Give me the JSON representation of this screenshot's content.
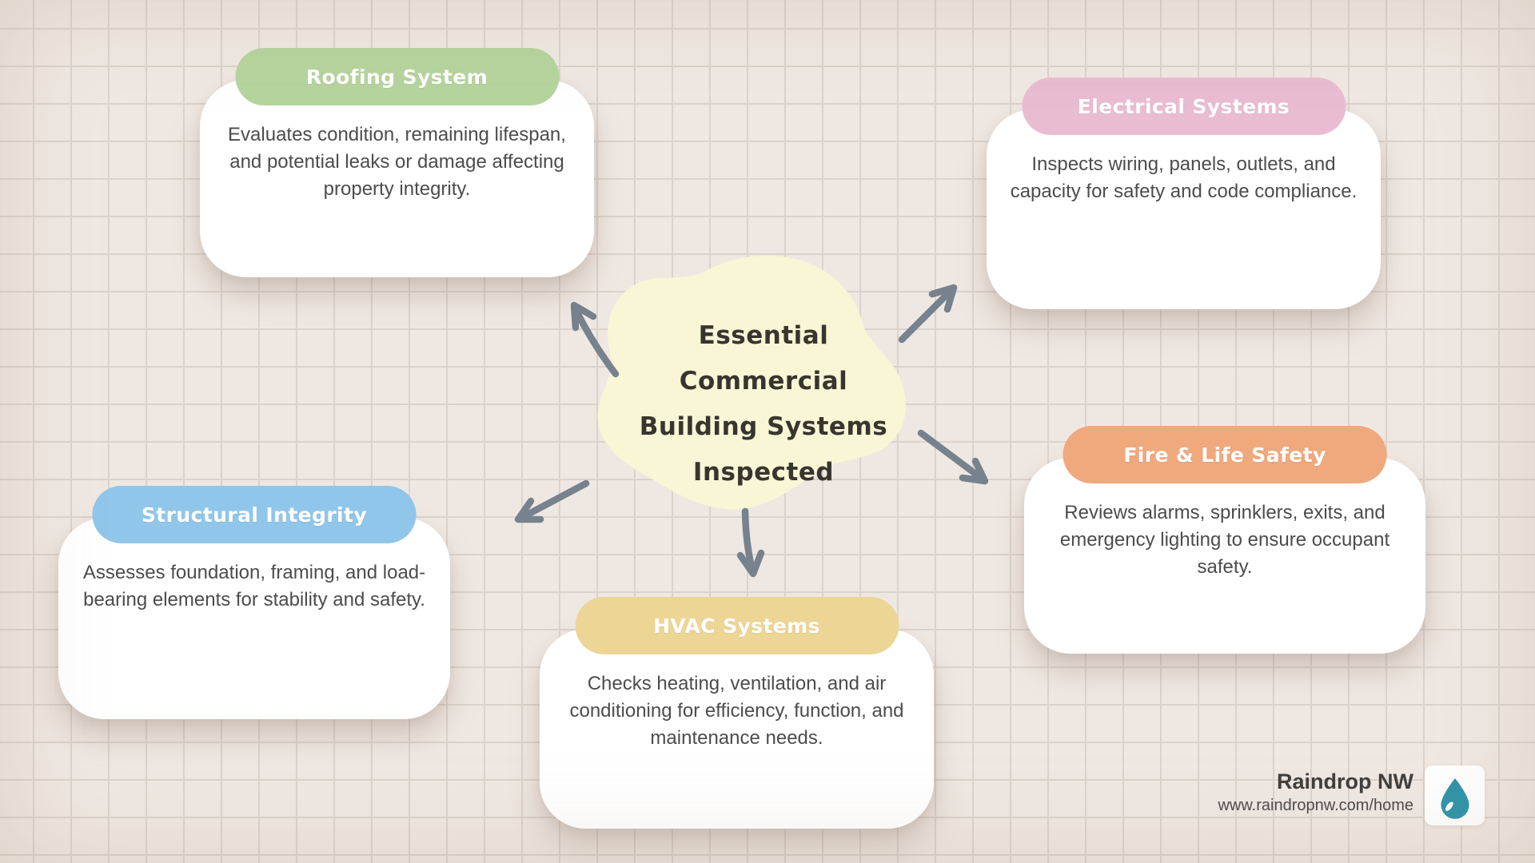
{
  "colors": {
    "background": "#EFE8E2",
    "grid_line": "#DBD3CB",
    "arrow": "#76828D",
    "card": "#FFFFFF",
    "body_text": "#4C4C4C",
    "title_text": "#37352E"
  },
  "center": {
    "blob_color": "#F8F6D5",
    "lines": [
      "Essential Commercial",
      "Building Systems",
      "Inspected"
    ]
  },
  "nodes": [
    {
      "id": "roofing",
      "label": "Roofing System",
      "color": "#B5D49E",
      "description": "Evaluates condition, remaining lifespan, and potential leaks or damage affecting property integrity."
    },
    {
      "id": "electrical",
      "label": "Electrical Systems",
      "color": "#E9BCD2",
      "description": "Inspects wiring, panels, outlets, and capacity for safety and code compliance."
    },
    {
      "id": "structural",
      "label": "Structural Integrity",
      "color": "#90C6E9",
      "description": "Assesses foundation, framing, and load-bearing elements for stability and safety."
    },
    {
      "id": "hvac",
      "label": "HVAC Systems",
      "color": "#ECD595",
      "description": "Checks heating, ventilation, and air conditioning for efficiency, function, and maintenance needs."
    },
    {
      "id": "fire",
      "label": "Fire & Life Safety",
      "color": "#F0A87D",
      "description": "Reviews alarms, sprinklers, exits, and emergency lighting to ensure occupant safety."
    }
  ],
  "footer": {
    "brand": "Raindrop NW",
    "url": "www.raindropnw.com/home",
    "drop_color": "#2E93A8"
  }
}
